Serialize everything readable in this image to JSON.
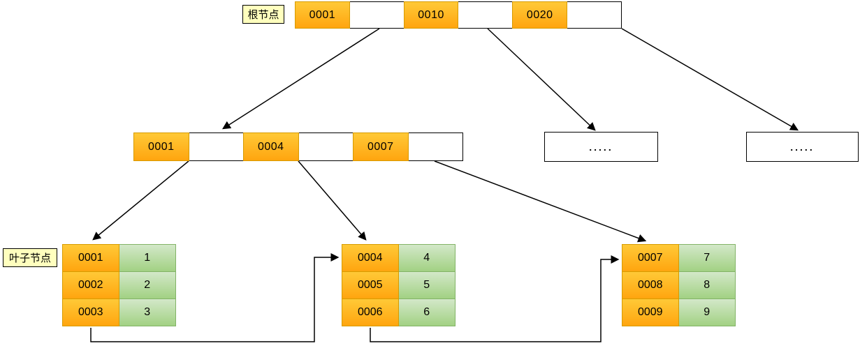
{
  "labels": {
    "root": "根节点",
    "leaf": "叶子节点"
  },
  "root_node": {
    "keys": [
      "0001",
      "0010",
      "0020"
    ]
  },
  "internal_node": {
    "keys": [
      "0001",
      "0004",
      "0007"
    ]
  },
  "overflow_nodes": [
    {
      "text": "....."
    },
    {
      "text": "....."
    }
  ],
  "leaf_nodes": [
    {
      "rows": [
        {
          "key": "0001",
          "value": "1"
        },
        {
          "key": "0002",
          "value": "2"
        },
        {
          "key": "0003",
          "value": "3"
        }
      ]
    },
    {
      "rows": [
        {
          "key": "0004",
          "value": "4"
        },
        {
          "key": "0005",
          "value": "5"
        },
        {
          "key": "0006",
          "value": "6"
        }
      ]
    },
    {
      "rows": [
        {
          "key": "0007",
          "value": "7"
        },
        {
          "key": "0008",
          "value": "8"
        },
        {
          "key": "0009",
          "value": "9"
        }
      ]
    }
  ],
  "edges": [
    {
      "from": "root-node-pointer-1",
      "to": "internal-node"
    },
    {
      "from": "root-node-pointer-2",
      "to": "overflow-node-1"
    },
    {
      "from": "root-node-pointer-3",
      "to": "overflow-node-2"
    },
    {
      "from": "internal-node-pointer-1",
      "to": "leaf-node-1"
    },
    {
      "from": "internal-node-pointer-2",
      "to": "leaf-node-2"
    },
    {
      "from": "internal-node-pointer-3",
      "to": "leaf-node-3"
    },
    {
      "from": "leaf-node-1",
      "to": "leaf-node-2"
    },
    {
      "from": "leaf-node-2",
      "to": "leaf-node-3"
    }
  ],
  "colors": {
    "key_cell_top": "#ffc937",
    "key_cell_bottom": "#ffa50f",
    "key_cell_border": "#d79b00",
    "value_cell_top": "#d3e8c9",
    "value_cell_bottom": "#a2d183",
    "value_cell_border": "#82b366",
    "label_bg": "#ffffbe",
    "edge": "#000000"
  }
}
